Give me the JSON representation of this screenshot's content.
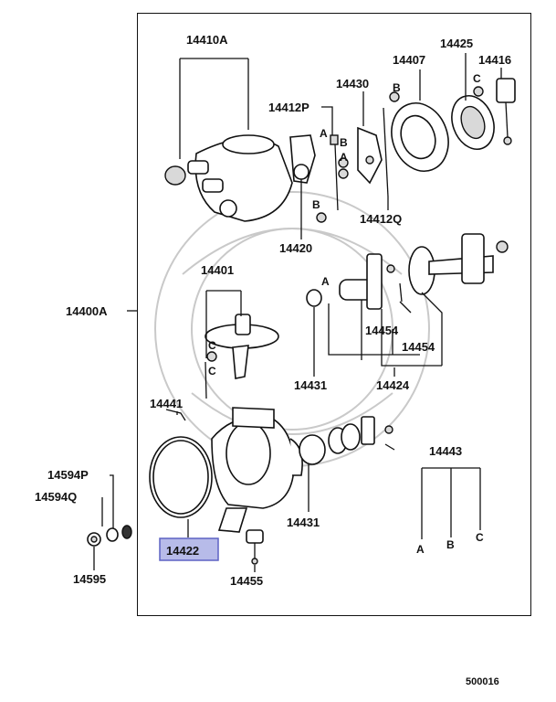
{
  "callouts": {
    "c14410A": "14410A",
    "c14412P": "14412P",
    "c14430": "14430",
    "c14407": "14407",
    "c14425": "14425",
    "c14416": "14416",
    "c14412Q": "14412Q",
    "c14420": "14420",
    "c14401": "14401",
    "c14400A": "14400A",
    "c14454a": "14454",
    "c14454b": "14454",
    "c14431a": "14431",
    "c14424": "14424",
    "c14441": "14441",
    "c14431b": "14431",
    "c14443": "14443",
    "c14594P": "14594P",
    "c14594Q": "14594Q",
    "c14422": "14422",
    "c14595": "14595",
    "c14455": "14455"
  },
  "letters": {
    "a1": "A",
    "b1": "B",
    "a2": "A",
    "b2": "B",
    "c1": "C",
    "b3": "B",
    "c2": "C",
    "a3": "A",
    "c3": "C",
    "leg_a": "A",
    "leg_b": "B",
    "leg_c": "C"
  },
  "doc_id": "500016",
  "colors": {
    "highlight_fill": "#b7bbe9",
    "highlight_stroke": "#5d62c4",
    "line": "#111111"
  }
}
